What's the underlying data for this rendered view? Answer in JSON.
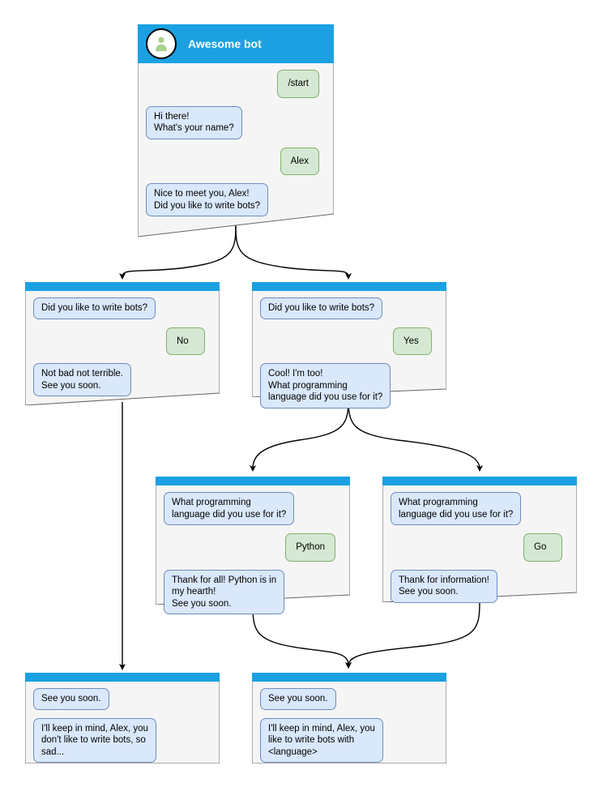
{
  "diagram": {
    "title": "Awesome bot conversation flow",
    "colors": {
      "header_blue": "#1ba1e2",
      "node_background": "#f5f5f5",
      "node_border": "#666666",
      "bot_bubble_fill": "#dae8fc",
      "bot_bubble_border": "#6c8ebf",
      "user_bubble_fill": "#d5e8d4",
      "user_bubble_border": "#82b366",
      "edge": "#000000",
      "avatar_person": "#a9d18e"
    },
    "bot_name": "Awesome bot",
    "avatar_icon": "person-avatar-icon"
  },
  "nodes": [
    {
      "id": "root",
      "name": "chat-node-start",
      "header": {
        "type": "titled",
        "title": "Awesome bot"
      },
      "messages": [
        {
          "side": "right",
          "sender": "user",
          "text": "/start"
        },
        {
          "side": "left",
          "sender": "bot",
          "text": "Hi there!\nWhat's your name?"
        },
        {
          "side": "right",
          "sender": "user",
          "text": "Alex"
        },
        {
          "side": "left",
          "sender": "bot",
          "text": "Nice to meet you, Alex!\nDid you like to write bots?"
        }
      ]
    },
    {
      "id": "no-branch",
      "name": "chat-node-no",
      "header": {
        "type": "bar",
        "title": ""
      },
      "messages": [
        {
          "side": "left",
          "sender": "bot",
          "text": "Did you like to write bots?"
        },
        {
          "side": "right",
          "sender": "user",
          "text": "No"
        },
        {
          "side": "left",
          "sender": "bot",
          "text": "Not bad not terrible.\nSee you soon."
        }
      ]
    },
    {
      "id": "yes-branch",
      "name": "chat-node-yes",
      "header": {
        "type": "bar",
        "title": ""
      },
      "messages": [
        {
          "side": "left",
          "sender": "bot",
          "text": "Did you like to write bots?"
        },
        {
          "side": "right",
          "sender": "user",
          "text": "Yes"
        },
        {
          "side": "left",
          "sender": "bot",
          "text": "Cool! I'm too!\nWhat programming\nlanguage did you use for it?"
        }
      ]
    },
    {
      "id": "python-branch",
      "name": "chat-node-python",
      "header": {
        "type": "bar",
        "title": ""
      },
      "messages": [
        {
          "side": "left",
          "sender": "bot",
          "text": "What programming\nlanguage did you use for it?"
        },
        {
          "side": "right",
          "sender": "user",
          "text": "Python"
        },
        {
          "side": "left",
          "sender": "bot",
          "text": "Thank for all! Python is in\nmy hearth!\nSee you soon."
        }
      ]
    },
    {
      "id": "go-branch",
      "name": "chat-node-go",
      "header": {
        "type": "bar",
        "title": ""
      },
      "messages": [
        {
          "side": "left",
          "sender": "bot",
          "text": "What programming\nlanguage did you use for it?"
        },
        {
          "side": "right",
          "sender": "user",
          "text": "Go"
        },
        {
          "side": "left",
          "sender": "bot",
          "text": "Thank for information!\nSee you soon."
        }
      ]
    },
    {
      "id": "end-sad",
      "name": "chat-node-end-sad",
      "header": {
        "type": "bar",
        "title": ""
      },
      "messages": [
        {
          "side": "left",
          "sender": "bot",
          "text": "See you soon."
        },
        {
          "side": "left",
          "sender": "bot",
          "text": "I'll keep in mind, Alex, you\ndon't like to write bots, so\nsad..."
        }
      ]
    },
    {
      "id": "end-happy",
      "name": "chat-node-end-happy",
      "header": {
        "type": "bar",
        "title": ""
      },
      "messages": [
        {
          "side": "left",
          "sender": "bot",
          "text": "See you soon."
        },
        {
          "side": "left",
          "sender": "bot",
          "text": "I'll keep in mind, Alex, you\nlike to write bots with\n<language>"
        }
      ]
    }
  ],
  "edges": [
    {
      "from": "root",
      "to": "no-branch",
      "label": ""
    },
    {
      "from": "root",
      "to": "yes-branch",
      "label": ""
    },
    {
      "from": "yes-branch",
      "to": "python-branch",
      "label": ""
    },
    {
      "from": "yes-branch",
      "to": "go-branch",
      "label": ""
    },
    {
      "from": "no-branch",
      "to": "end-sad",
      "label": ""
    },
    {
      "from": "python-branch",
      "to": "end-happy",
      "label": ""
    },
    {
      "from": "go-branch",
      "to": "end-happy",
      "label": ""
    }
  ]
}
